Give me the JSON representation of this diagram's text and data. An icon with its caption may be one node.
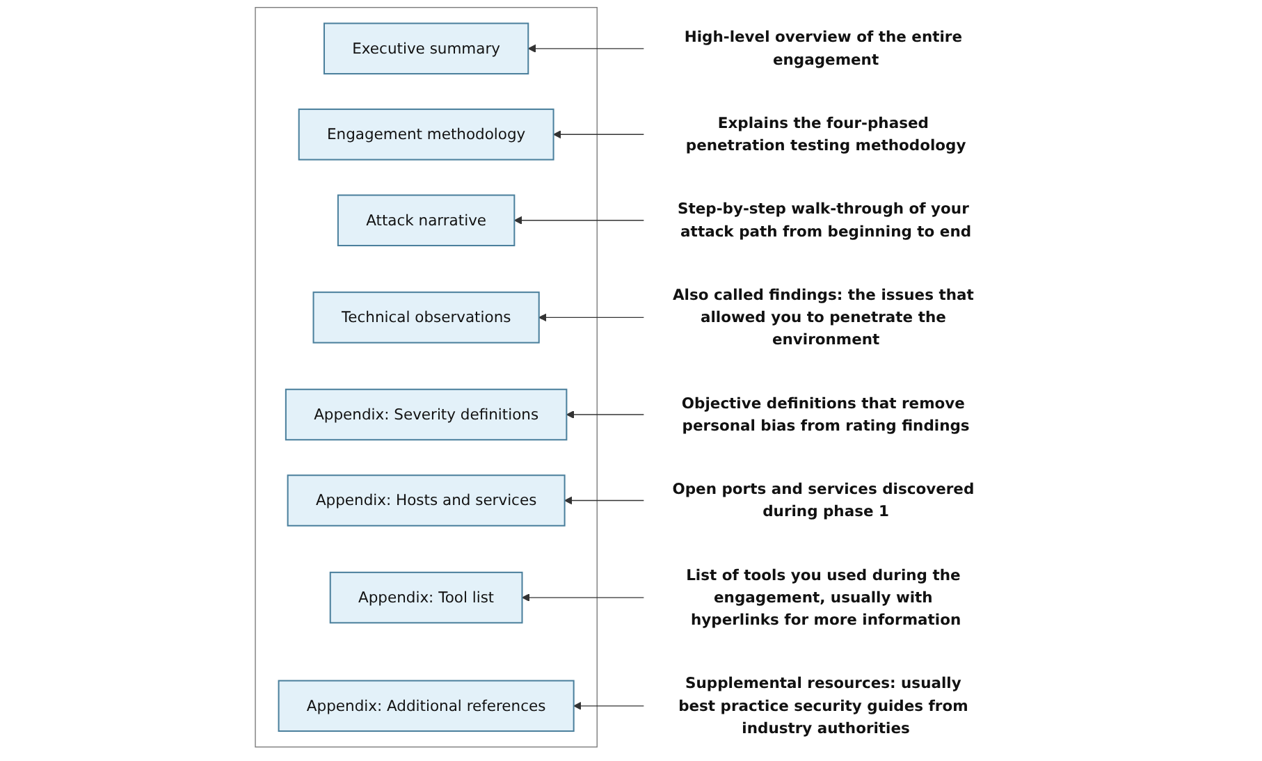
{
  "diagram": {
    "nodes": [
      {
        "text": [],
        "shape": "box"
      },
      {
        "text": [
          "Executive summary"
        ],
        "in": 0
      },
      {
        "text": [
          "Engagement methodology"
        ],
        "in": 0
      },
      {
        "text": [
          "Attack narrative"
        ],
        "in": 0
      },
      {
        "text": [
          "Technical observations"
        ],
        "in": 0
      },
      {
        "text": [
          "Appendix: Severity definitions"
        ],
        "in": 0
      },
      {
        "text": [
          "Appendix: Hosts and services"
        ],
        "in": 0
      },
      {
        "text": [
          "Appendix: Tool list"
        ],
        "in": 0
      },
      {
        "text": [
          "Appendix: Additional references"
        ],
        "in": 0
      },
      {
        "text": [
          "High-level overview of the entire engagement"
        ]
      },
      {
        "text": [
          "Explains the four-phased penetration testing methodology"
        ]
      },
      {
        "text": [
          "Step-by-step walk-through of your attack path from beginning to end"
        ]
      },
      {
        "text": [
          "Also called findings: the issues that allowed you to penetrate the environment"
        ]
      },
      {
        "text": [
          "Objective definitions that remove personal bias from rating findings"
        ]
      },
      {
        "text": [
          "Open ports and services discovered during phase 1"
        ]
      },
      {
        "text": [
          "List of tools you used during the engagement, usually with hyperlinks for more information"
        ]
      },
      {
        "text": [
          "Supplemental resources: usually best practice security guides from industry authorities"
        ]
      }
    ],
    "edges": [
      {
        "from": 9,
        "to": 1,
        "arrow": "to"
      },
      {
        "from": 10,
        "to": 2,
        "arrow": "to"
      },
      {
        "from": 11,
        "to": 3,
        "arrow": "to"
      },
      {
        "from": 12,
        "to": 4,
        "arrow": "to"
      },
      {
        "from": 13,
        "to": 5,
        "arrow": "to"
      },
      {
        "from": 14,
        "to": 6,
        "arrow": "to"
      },
      {
        "from": 15,
        "to": 7,
        "arrow": "to"
      },
      {
        "from": 16,
        "to": 8,
        "arrow": "to"
      }
    ]
  }
}
